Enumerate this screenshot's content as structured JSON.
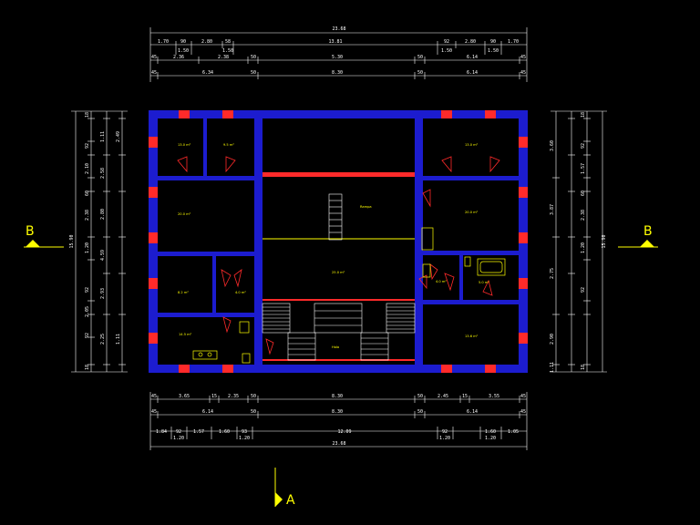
{
  "colors": {
    "background": "#000000",
    "wall": "#1c1ccf",
    "dimension_line": "#ffffff",
    "door": "#ff2a2a",
    "fixture": "#ffff00"
  },
  "top_dims": {
    "overall": "23.68",
    "row1": [
      "1.70",
      "90",
      "2.80",
      "58",
      "13.81",
      "92",
      "2.80",
      "90",
      "1.70"
    ],
    "row1_sub": [
      "1.50",
      "1.50",
      "1.50",
      "1.50"
    ],
    "row2": [
      "45",
      "2.36",
      "2.38",
      "50",
      "5.30",
      "50",
      "6.14",
      "45"
    ],
    "row3": [
      "45",
      "6.34",
      "50",
      "8.30",
      "50",
      "6.14",
      "45"
    ]
  },
  "bottom_dims": {
    "overall": "23.68",
    "row1": [
      "45",
      "3.65",
      "15",
      "2.35",
      "50",
      "8.30",
      "50",
      "2.45",
      "15",
      "3.55",
      "45"
    ],
    "row2": [
      "45",
      "6.14",
      "50",
      "8.30",
      "50",
      "6.14",
      "45"
    ],
    "row3": [
      "1.84",
      "92",
      "1.57",
      "1.60",
      "93",
      "12.09",
      "92",
      "1.60",
      "1.05"
    ],
    "row3_sub": [
      "1.20",
      "1.20",
      "1.20",
      "1.20"
    ]
  },
  "left_dims": {
    "overall": "15.90",
    "col_outer": [
      "1.11",
      "2.58",
      "2.80",
      "4.59",
      "2.93",
      "2.25",
      "2.49",
      "1.11"
    ],
    "col_inner": [
      "18",
      "92",
      "2.10",
      "60",
      "2.38",
      "1.20",
      "92",
      "2.05",
      "92",
      "18"
    ]
  },
  "right_dims": {
    "overall": "15.90",
    "col_outer": [
      "3.60",
      "3.87",
      "2.75",
      "2.90",
      "1.11"
    ],
    "col_inner": [
      "18",
      "92",
      "1.57",
      "60",
      "2.38",
      "1.20",
      "92",
      "18"
    ]
  },
  "section_marks": {
    "left": "B",
    "right": "B",
    "bottom": "A"
  },
  "room_labels": [
    "13.0 m²",
    "9.5 m²",
    "20.0 m²",
    "8.2 m²",
    "14.5 m²",
    "4.0 m²",
    "13.0 m²",
    "20.0 m²",
    "5.0 m²",
    "4.0 m²",
    "25.0 m²",
    "13.6 m²"
  ],
  "stair_labels": [
    "Rampa",
    "Hala"
  ]
}
